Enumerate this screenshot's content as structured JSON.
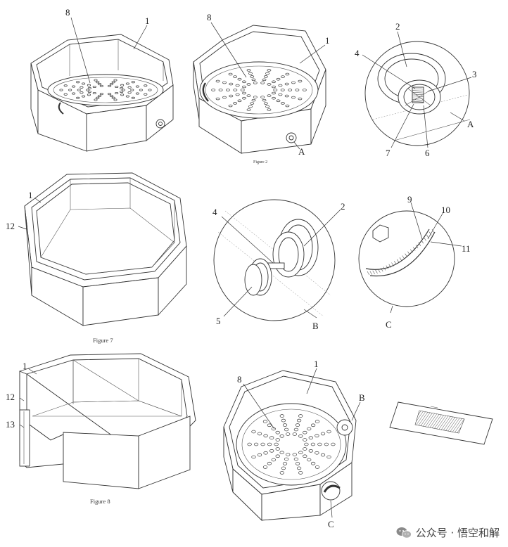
{
  "figures": {
    "fig1": {
      "labels": [
        "8",
        "1"
      ]
    },
    "fig2": {
      "labels": [
        "8",
        "1",
        "A"
      ],
      "caption": "Figure 2"
    },
    "figA": {
      "labels": [
        "2",
        "4",
        "3",
        "A",
        "7",
        "6"
      ]
    },
    "fig7": {
      "labels": [
        "1",
        "12"
      ],
      "caption": "Figure 7"
    },
    "figB": {
      "labels": [
        "4",
        "2",
        "5",
        "B"
      ]
    },
    "figC": {
      "labels": [
        "9",
        "10",
        "11",
        "C"
      ]
    },
    "fig8": {
      "labels": [
        "1",
        "12",
        "13"
      ],
      "caption": "Figure 8"
    },
    "fig9": {
      "labels": [
        "1",
        "8",
        "B",
        "C"
      ]
    }
  },
  "watermark": {
    "text": "公众号 · 悟空和解",
    "icon": "wechat-icon"
  }
}
